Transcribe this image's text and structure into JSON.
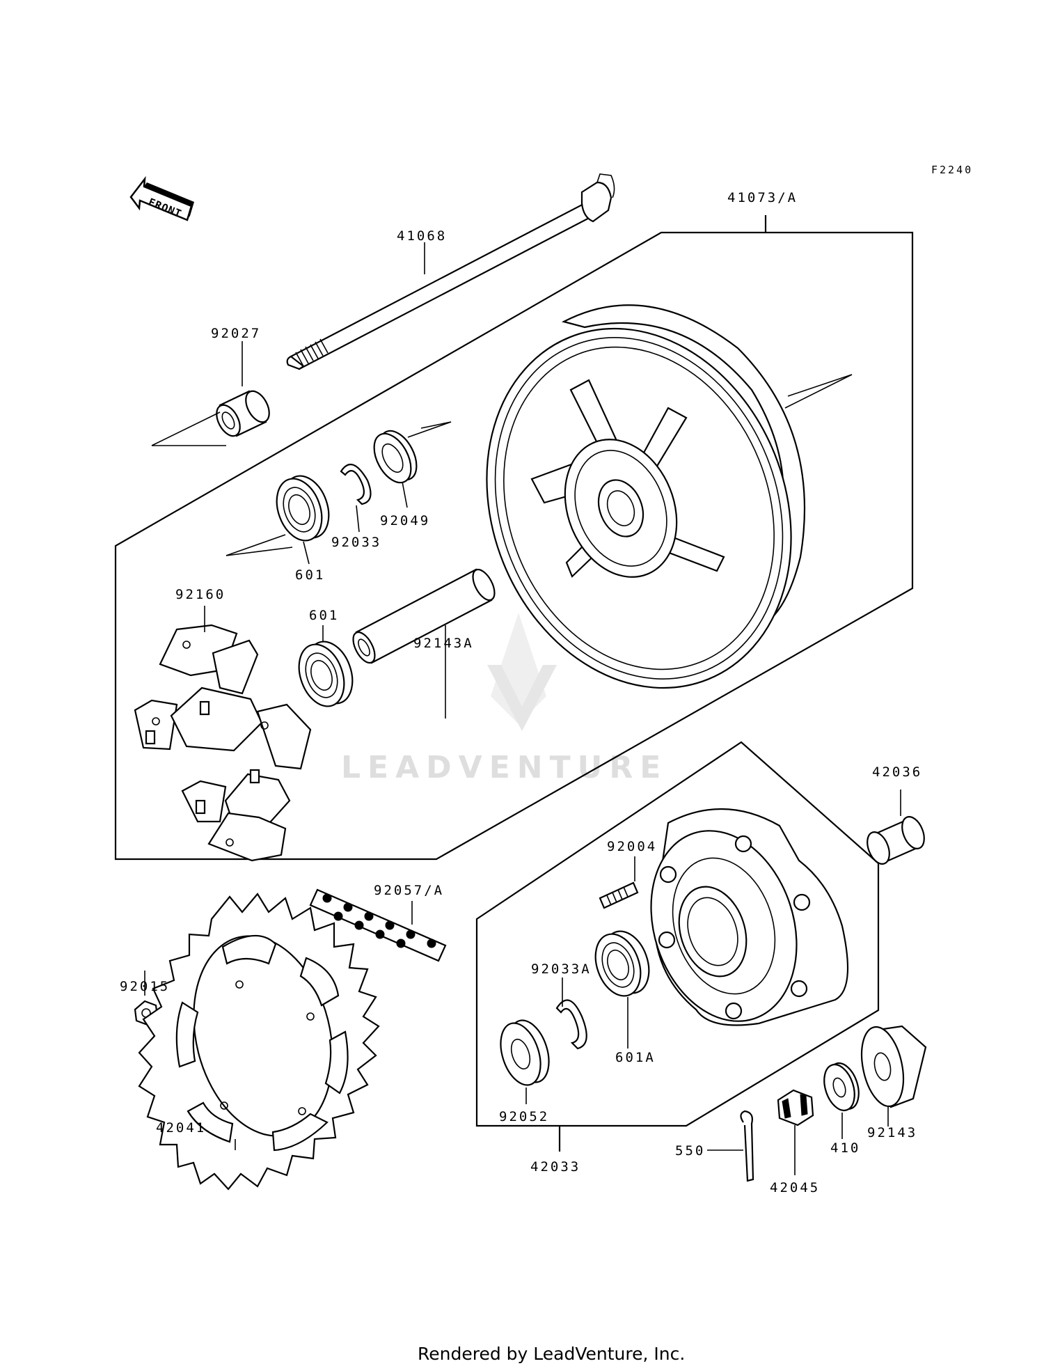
{
  "diagram_code": "F2240",
  "front_label": "FRONT",
  "watermark": "LEADVENTURE",
  "footer": "Rendered by LeadVenture, Inc.",
  "callouts": {
    "c41068": "41068",
    "c41073": "41073/A",
    "c92027": "92027",
    "c92049": "92049",
    "c92033": "92033",
    "c601_top": "601",
    "c92160": "92160",
    "c601_mid": "601",
    "c92143A": "92143A",
    "c42036": "42036",
    "c92004": "92004",
    "c92057": "92057/A",
    "c92015": "92015",
    "c92033A": "92033A",
    "c601A": "601A",
    "c92052": "92052",
    "c42033": "42033",
    "c42041": "42041",
    "c550": "550",
    "c42045": "42045",
    "c410": "410",
    "c92143": "92143"
  }
}
